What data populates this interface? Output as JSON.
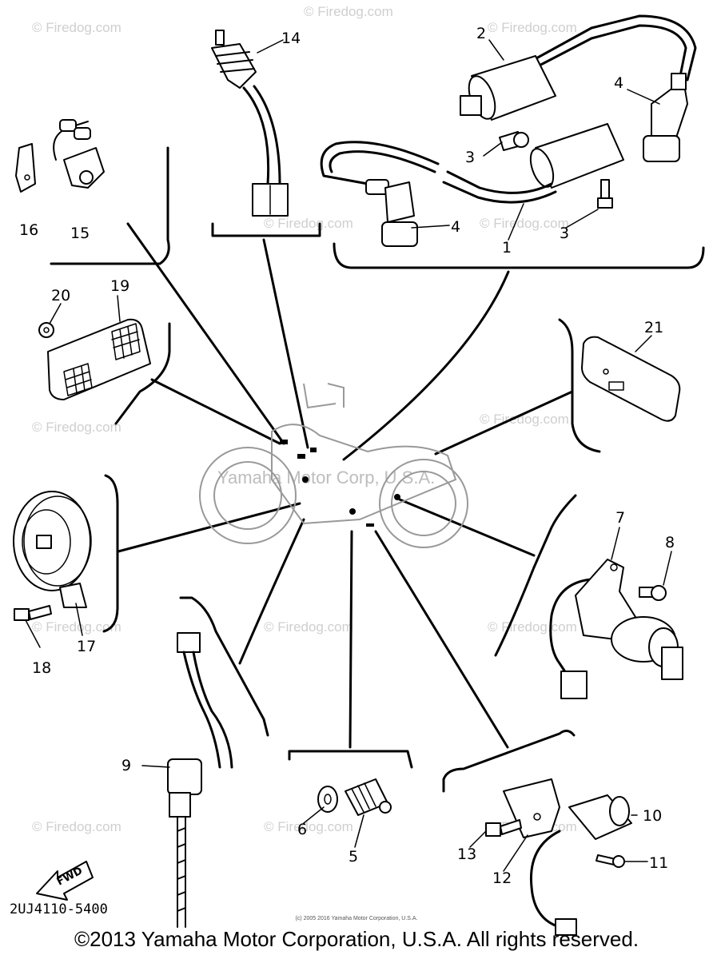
{
  "watermark": "© Firedog.com",
  "center_watermark": "Yamaha Motor Corp, U.S.A.",
  "callouts": {
    "c1": "1",
    "c2": "2",
    "c3a": "3",
    "c3b": "3",
    "c4a": "4",
    "c4b": "4",
    "c5": "5",
    "c6": "6",
    "c7": "7",
    "c8": "8",
    "c9": "9",
    "c10": "10",
    "c11": "11",
    "c12": "12",
    "c13": "13",
    "c14": "14",
    "c15": "15",
    "c16": "16",
    "c17": "17",
    "c18": "18",
    "c19": "19",
    "c20": "20",
    "c21": "21"
  },
  "fwd_label": "FWD",
  "part_number": "2UJ4110-5400",
  "small_credit": "(c) 2005 2016 Yamaha Motor Corporation, U.S.A.",
  "footer": "©2013 Yamaha Motor Corporation, U.S.A. All rights reserved."
}
